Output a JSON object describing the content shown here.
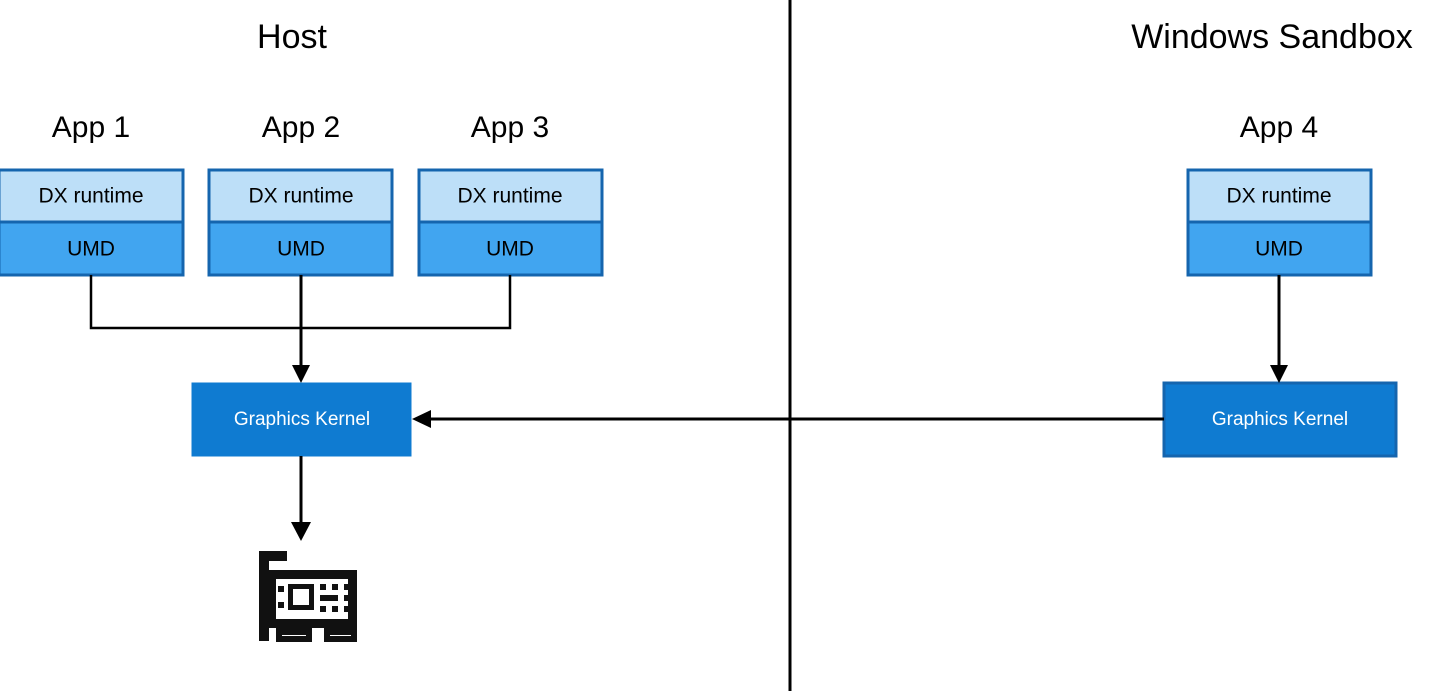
{
  "diagram": {
    "title_left": "Host",
    "title_right": "Windows Sandbox",
    "colors": {
      "dx_runtime_fill": "#BDDFF8",
      "umd_fill": "#41A5F0",
      "app_border": "#1565AE",
      "kernel_fill": "#0F7BD1",
      "kernel_text": "#FFFFFF",
      "line": "#000000",
      "background": "#FFFFFF"
    },
    "apps": [
      {
        "title": "App 4",
        "dx_label": "DX runtime",
        "umd_label": "UMD",
        "side": "sandbox"
      },
      {
        "title": "App 1",
        "dx_label": "DX runtime",
        "umd_label": "UMD",
        "side": "host"
      },
      {
        "title": "App 2",
        "dx_label": "DX runtime",
        "umd_label": "UMD",
        "side": "host"
      },
      {
        "title": "App 3",
        "dx_label": "DX runtime",
        "umd_label": "UMD",
        "side": "host"
      }
    ],
    "kernels": [
      {
        "label": "Graphics Kernel",
        "side": "host"
      },
      {
        "label": "Graphics Kernel",
        "side": "sandbox"
      }
    ],
    "gpu_icon": {
      "name": "graphics-card-icon"
    }
  }
}
